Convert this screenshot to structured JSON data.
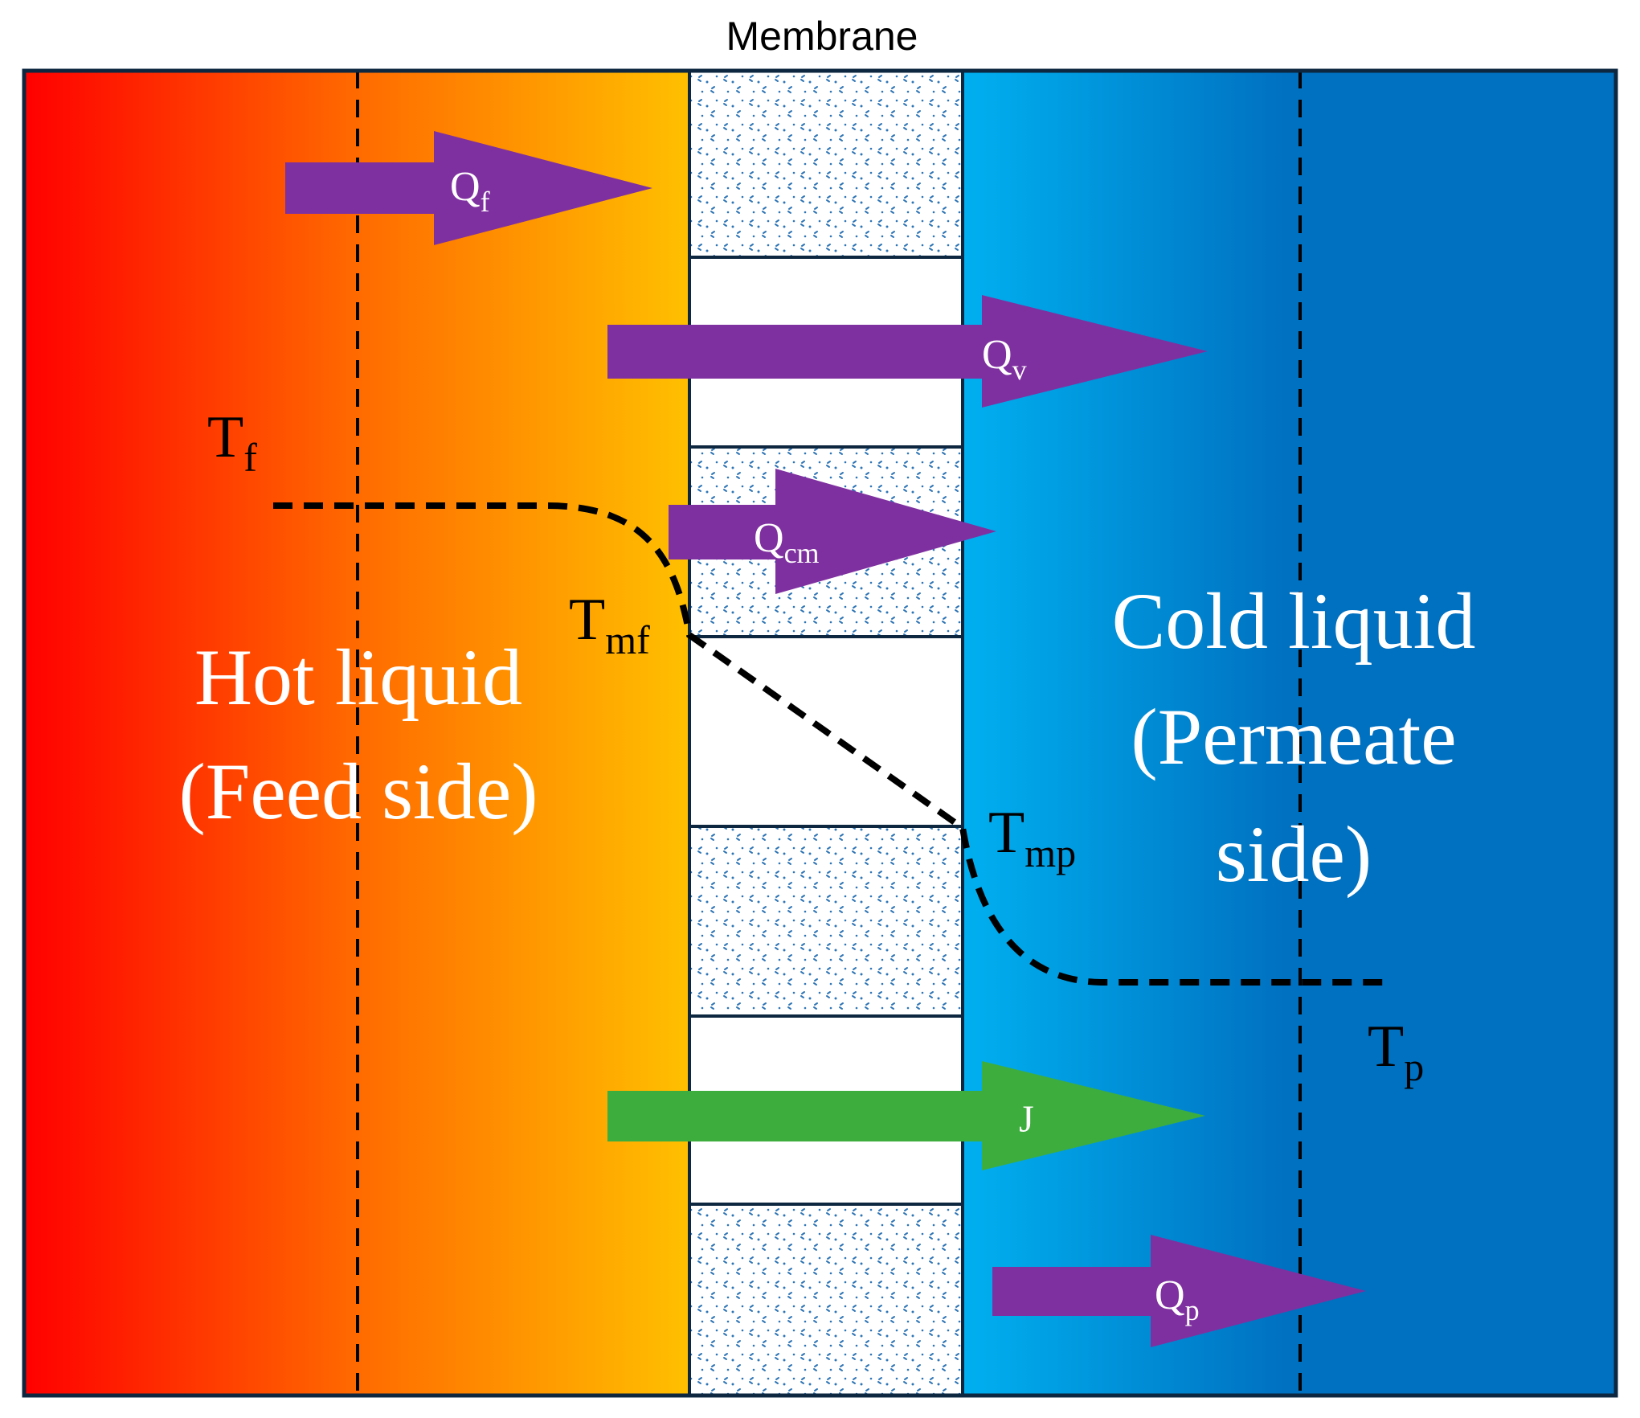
{
  "membrane_title": "Membrane",
  "labels": {
    "hot_line1": "Hot liquid",
    "hot_line2": "(Feed side)",
    "cold_line1": "Cold liquid",
    "cold_line2": "(Permeate",
    "cold_line3": "side)"
  },
  "temperatures": {
    "tf": {
      "main": "T",
      "sub": "f"
    },
    "tmf": {
      "main": "T",
      "sub": "mf"
    },
    "tmp": {
      "main": "T",
      "sub": "mp"
    },
    "tp": {
      "main": "T",
      "sub": "p"
    }
  },
  "arrows": {
    "qf": {
      "main": "Q",
      "sub": "f"
    },
    "qv": {
      "main": "Q",
      "sub": "v"
    },
    "qcm": {
      "main": "Q",
      "sub": "cm"
    },
    "j": {
      "main": "J",
      "sub": ""
    },
    "qp": {
      "main": "Q",
      "sub": "p"
    }
  },
  "colors": {
    "hot_start": "#ff0000",
    "hot_mid": "#ff6a00",
    "hot_end": "#ffc000",
    "cold_start": "#00b0f0",
    "cold_end": "#0070c0",
    "heat_arrow": "#7f30a0",
    "flux_arrow": "#3dae3d",
    "border": "#0d2740",
    "membrane_dots": "#2e75b6",
    "profile": "#000000"
  }
}
